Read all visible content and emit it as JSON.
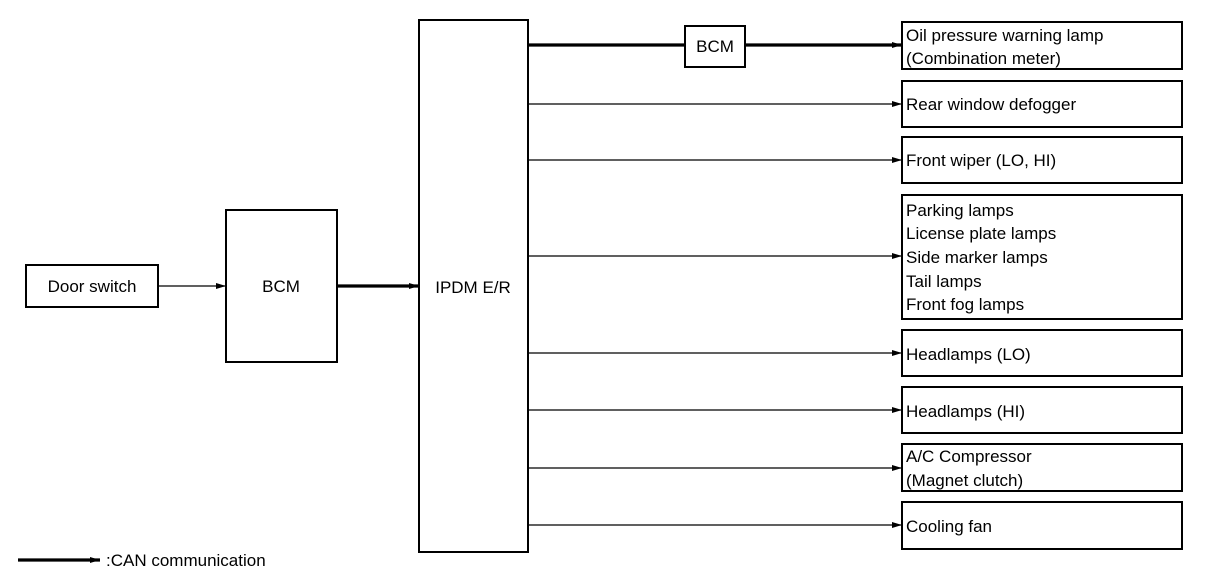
{
  "nodes": {
    "door_switch": "Door switch",
    "bcm_left": "BCM",
    "ipdm": "IPDM E/R",
    "bcm_top": "BCM"
  },
  "outputs": [
    {
      "lines": [
        "Oil pressure warning lamp",
        "(Combination meter)"
      ],
      "link": "can"
    },
    {
      "lines": [
        "Rear window defogger"
      ],
      "link": "wire"
    },
    {
      "lines": [
        "Front wiper (LO, HI)"
      ],
      "link": "wire"
    },
    {
      "lines": [
        "Parking lamps",
        "License plate lamps",
        "Side marker lamps",
        "Tail lamps",
        "Front fog lamps"
      ],
      "link": "wire"
    },
    {
      "lines": [
        "Headlamps (LO)"
      ],
      "link": "wire"
    },
    {
      "lines": [
        "Headlamps (HI)"
      ],
      "link": "wire"
    },
    {
      "lines": [
        "A/C Compressor",
        "(Magnet clutch)"
      ],
      "link": "wire"
    },
    {
      "lines": [
        "Cooling fan"
      ],
      "link": "wire"
    }
  ],
  "legend": {
    "label": ":CAN communication"
  }
}
